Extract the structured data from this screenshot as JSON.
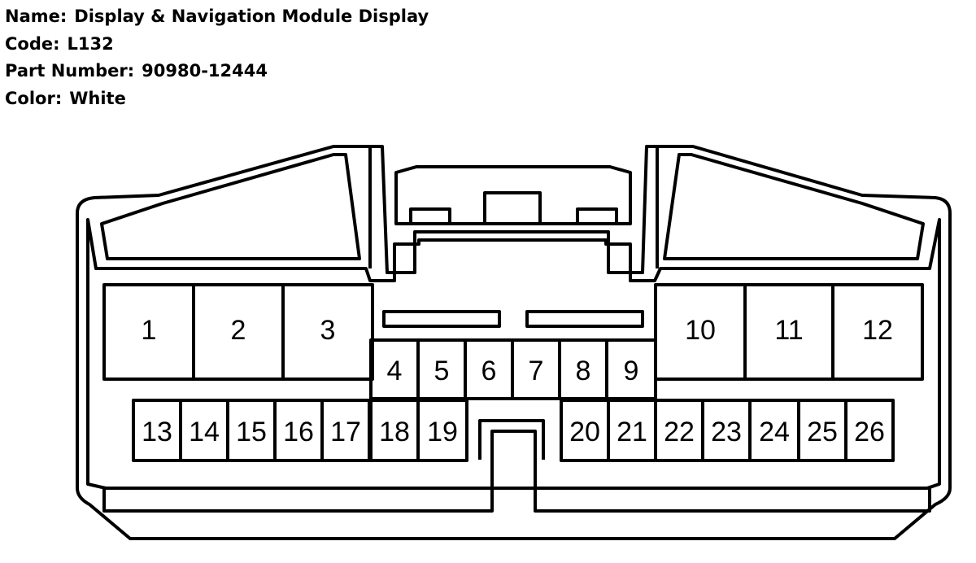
{
  "connector": {
    "name_label": "Name:",
    "name": "Display & Navigation Module Display",
    "code_label": "Code:",
    "code": "L132",
    "part_label": "Part Number:",
    "part_number": "90980-12444",
    "color_label": "Color:",
    "color": "White"
  },
  "pins": [
    {
      "id": "1",
      "label": "1"
    },
    {
      "id": "2",
      "label": "2"
    },
    {
      "id": "3",
      "label": "3"
    },
    {
      "id": "4",
      "label": "4"
    },
    {
      "id": "5",
      "label": "5"
    },
    {
      "id": "6",
      "label": "6"
    },
    {
      "id": "7",
      "label": "7"
    },
    {
      "id": "8",
      "label": "8"
    },
    {
      "id": "9",
      "label": "9"
    },
    {
      "id": "10",
      "label": "10"
    },
    {
      "id": "11",
      "label": "11"
    },
    {
      "id": "12",
      "label": "12"
    },
    {
      "id": "13",
      "label": "13"
    },
    {
      "id": "14",
      "label": "14"
    },
    {
      "id": "15",
      "label": "15"
    },
    {
      "id": "16",
      "label": "16"
    },
    {
      "id": "17",
      "label": "17"
    },
    {
      "id": "18",
      "label": "18"
    },
    {
      "id": "19",
      "label": "19"
    },
    {
      "id": "20",
      "label": "20"
    },
    {
      "id": "21",
      "label": "21"
    },
    {
      "id": "22",
      "label": "22"
    },
    {
      "id": "23",
      "label": "23"
    },
    {
      "id": "24",
      "label": "24"
    },
    {
      "id": "25",
      "label": "25"
    },
    {
      "id": "26",
      "label": "26"
    }
  ],
  "colors": {
    "stroke": "#000000",
    "background": "#ffffff"
  }
}
